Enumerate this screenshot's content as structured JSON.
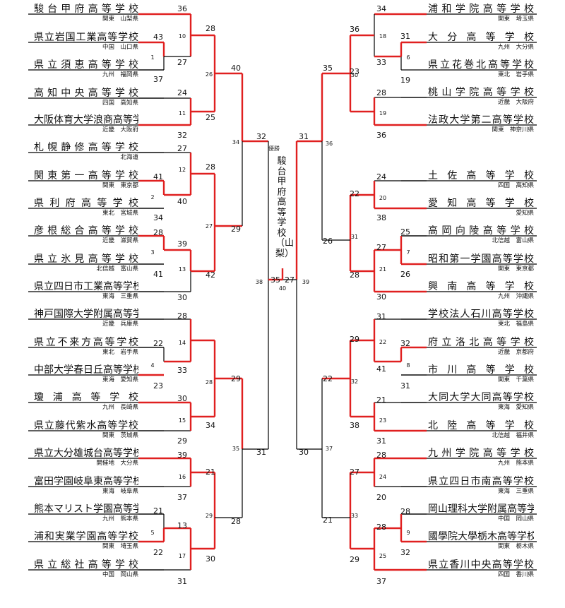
{
  "champion": {
    "label": "優勝",
    "name": "駿台甲府高等学校（山梨）"
  },
  "left_teams": [
    {
      "name": "駿台甲府高等学校",
      "region": "関東　山梨県"
    },
    {
      "name": "県立岩国工業高等学校",
      "region": "中国　山口県"
    },
    {
      "name": "県立須恵高等学校",
      "region": "九州　福岡県"
    },
    {
      "name": "高知中央高等学校",
      "region": "四国　高知県"
    },
    {
      "name": "大阪体育大学浪商高等学校",
      "region": "近畿　大阪府"
    },
    {
      "name": "札幌静修高等学校",
      "region": "北海道"
    },
    {
      "name": "関東第一高等学校",
      "region": "関東　東京都"
    },
    {
      "name": "県利府高等学校",
      "region": "東北　宮城県"
    },
    {
      "name": "彦根総合高等学校",
      "region": "近畿　滋賀県"
    },
    {
      "name": "県立氷見高等学校",
      "region": "北信越　富山県"
    },
    {
      "name": "県立四日市工業高等学校",
      "region": "東海　三重県"
    },
    {
      "name": "神戸国際大学附属高等学校",
      "region": "近畿　兵庫県"
    },
    {
      "name": "県立不来方高等学校",
      "region": "東北　岩手県"
    },
    {
      "name": "中部大学春日丘高等学校",
      "region": "東海　愛知県"
    },
    {
      "name": "瓊浦高等学校",
      "region": "九州　長崎県"
    },
    {
      "name": "県立藤代紫水高等学校",
      "region": "関東　茨城県"
    },
    {
      "name": "県立大分雄城台高等学校",
      "region": "開催地　大分県"
    },
    {
      "name": "富田学園岐阜東高等学校",
      "region": "東海　岐阜県"
    },
    {
      "name": "熊本マリスト学園高等学校",
      "region": "九州　熊本県"
    },
    {
      "name": "浦和実業学園高等学校",
      "region": "関東　埼玉県"
    },
    {
      "name": "県立総社高等学校",
      "region": "中国　岡山県"
    }
  ],
  "right_teams": [
    {
      "name": "浦和学院高等学校",
      "region": "関東　埼玉県"
    },
    {
      "name": "大分高等学校",
      "region": "九州　大分県"
    },
    {
      "name": "県立花巻北高等学校",
      "region": "東北　岩手県"
    },
    {
      "name": "桃山学院高等学校",
      "region": "近畿　大阪府"
    },
    {
      "name": "法政大学第二高等学校",
      "region": "関東　神奈川県"
    },
    {
      "name": "土佐高等学校",
      "region": "四国　高知県"
    },
    {
      "name": "愛知高等学校",
      "region": "愛知県"
    },
    {
      "name": "高岡向陵高等学校",
      "region": "北信越　富山県"
    },
    {
      "name": "昭和第一学園高等学校",
      "region": "関東　東京都"
    },
    {
      "name": "興南高等学校",
      "region": "九州　沖縄県"
    },
    {
      "name": "学校法人石川高等学校",
      "region": "東北　福島県"
    },
    {
      "name": "府立洛北高等学校",
      "region": "近畿　京都府"
    },
    {
      "name": "市川高等学校",
      "region": "関東　千葉県"
    },
    {
      "name": "大同大学大同高等学校",
      "region": "東海　愛知県"
    },
    {
      "name": "北陸高等学校",
      "region": "北信越　福井県"
    },
    {
      "name": "九州学院高等学校",
      "region": "九州　熊本県"
    },
    {
      "name": "県立四日市南高等学校",
      "region": "東海　三重県"
    },
    {
      "name": "岡山理科大学附属高等学校",
      "region": "中国　岡山県"
    },
    {
      "name": "國學院大學栃木高等学校",
      "region": "関東　栃木県"
    },
    {
      "name": "県立香川中央高等学校",
      "region": "四国　香川県"
    }
  ],
  "scores": {
    "left_r1": [
      "36",
      "43",
      "27",
      "37",
      "24",
      "32",
      "27",
      "41",
      "40",
      "34",
      "28",
      "39",
      "41",
      "42",
      "30",
      "28",
      "22",
      "33",
      "23",
      "30",
      "34",
      "29",
      "39",
      "37",
      "21",
      "13",
      "22",
      "30",
      "31"
    ],
    "left_match_nums": [
      "10",
      "1",
      "26",
      "11",
      "12",
      "2",
      "27",
      "3",
      "13",
      "34",
      "14",
      "4",
      "28",
      "15",
      "16",
      "35",
      "5",
      "29",
      "17"
    ],
    "right_match_nums": [
      "18",
      "6",
      "30",
      "19",
      "36",
      "20",
      "31",
      "7",
      "21",
      "22",
      "32",
      "8",
      "23",
      "37",
      "24",
      "33",
      "9",
      "25"
    ],
    "left_r2": [
      "28",
      "25",
      "28",
      "29",
      "29",
      "21",
      "28"
    ],
    "left_r3": [
      "40",
      "32",
      "31"
    ],
    "right_r3": [
      "35",
      "31",
      "26",
      "30",
      "21"
    ],
    "final": {
      "left_score": "35",
      "right_score": "27",
      "left_semi_num": "38",
      "right_semi_num": "39",
      "final_num": "40"
    }
  },
  "colors": {
    "win": "#e02020",
    "line": "#000000"
  }
}
